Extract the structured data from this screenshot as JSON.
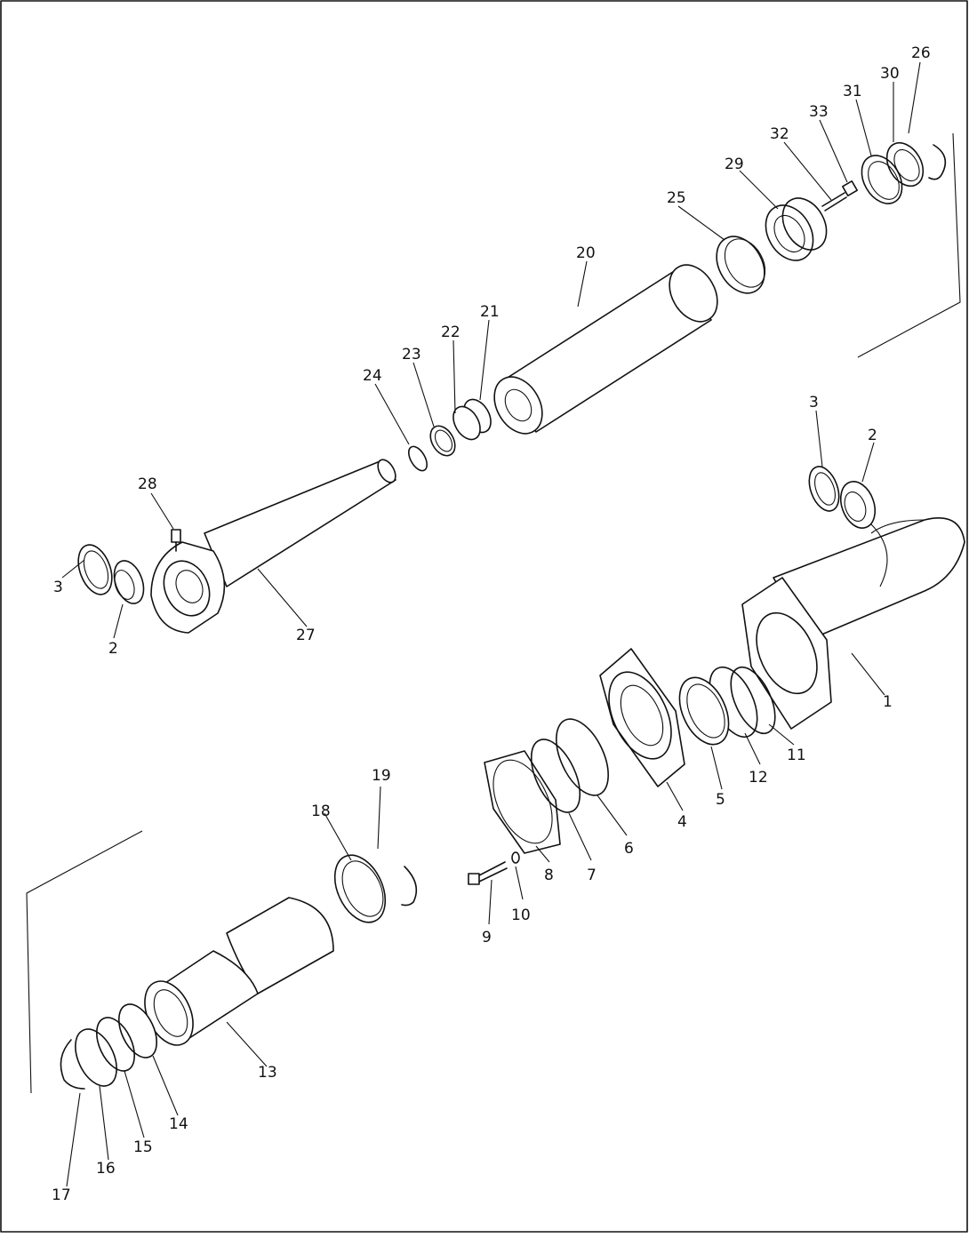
{
  "diagram": {
    "labels": [
      {
        "id": "l26",
        "text": "26"
      },
      {
        "id": "l30",
        "text": "30"
      },
      {
        "id": "l31",
        "text": "31"
      },
      {
        "id": "l33",
        "text": "33"
      },
      {
        "id": "l32",
        "text": "32"
      },
      {
        "id": "l29",
        "text": "29"
      },
      {
        "id": "l25",
        "text": "25"
      },
      {
        "id": "l20",
        "text": "20"
      },
      {
        "id": "l21",
        "text": "21"
      },
      {
        "id": "l22",
        "text": "22"
      },
      {
        "id": "l23",
        "text": "23"
      },
      {
        "id": "l24",
        "text": "24"
      },
      {
        "id": "l28",
        "text": "28"
      },
      {
        "id": "l3a",
        "text": "3"
      },
      {
        "id": "l2a",
        "text": "2"
      },
      {
        "id": "l27",
        "text": "27"
      },
      {
        "id": "l3b",
        "text": "3"
      },
      {
        "id": "l2b",
        "text": "2"
      },
      {
        "id": "l1",
        "text": "1"
      },
      {
        "id": "l11",
        "text": "11"
      },
      {
        "id": "l12",
        "text": "12"
      },
      {
        "id": "l5",
        "text": "5"
      },
      {
        "id": "l4",
        "text": "4"
      },
      {
        "id": "l6",
        "text": "6"
      },
      {
        "id": "l7",
        "text": "7"
      },
      {
        "id": "l8",
        "text": "8"
      },
      {
        "id": "l10",
        "text": "10"
      },
      {
        "id": "l9",
        "text": "9"
      },
      {
        "id": "l19",
        "text": "19"
      },
      {
        "id": "l18",
        "text": "18"
      },
      {
        "id": "l13",
        "text": "13"
      },
      {
        "id": "l14",
        "text": "14"
      },
      {
        "id": "l15",
        "text": "15"
      },
      {
        "id": "l16",
        "text": "16"
      },
      {
        "id": "l17",
        "text": "17"
      }
    ]
  }
}
